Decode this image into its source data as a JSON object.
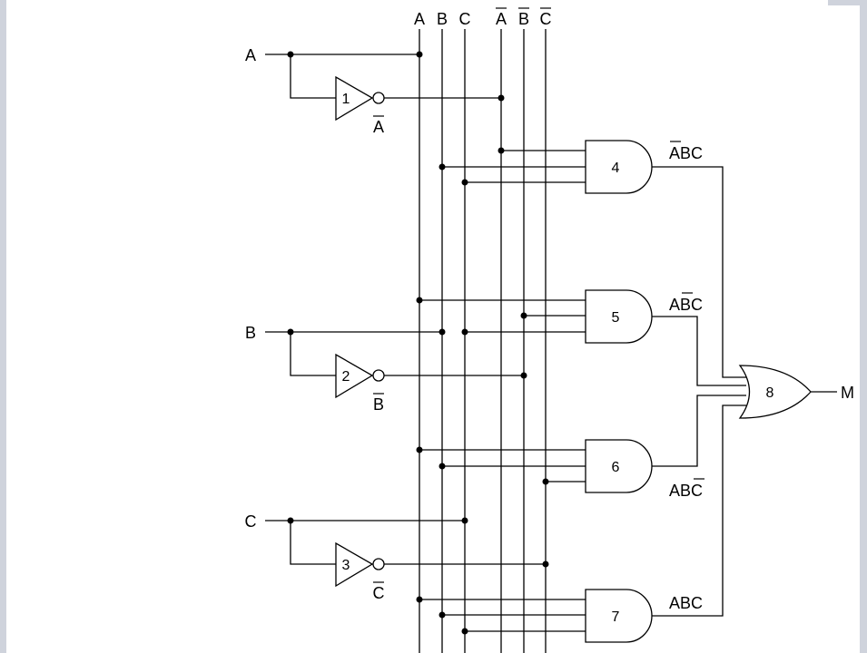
{
  "bus_labels": [
    "A",
    "B",
    "C",
    "A",
    "B",
    "C"
  ],
  "inputs": [
    "A",
    "B",
    "C"
  ],
  "inverter_outputs": [
    "A",
    "B",
    "C"
  ],
  "gate_numbers": [
    "1",
    "2",
    "3",
    "4",
    "5",
    "6",
    "7",
    "8"
  ],
  "and_outputs": [
    {
      "text": "ABC",
      "negated": [
        true,
        false,
        false
      ]
    },
    {
      "text": "ABC",
      "negated": [
        false,
        true,
        false
      ]
    },
    {
      "text": "ABC",
      "negated": [
        false,
        false,
        true
      ]
    },
    {
      "text": "ABC",
      "negated": [
        false,
        false,
        false
      ]
    }
  ],
  "output": "M"
}
